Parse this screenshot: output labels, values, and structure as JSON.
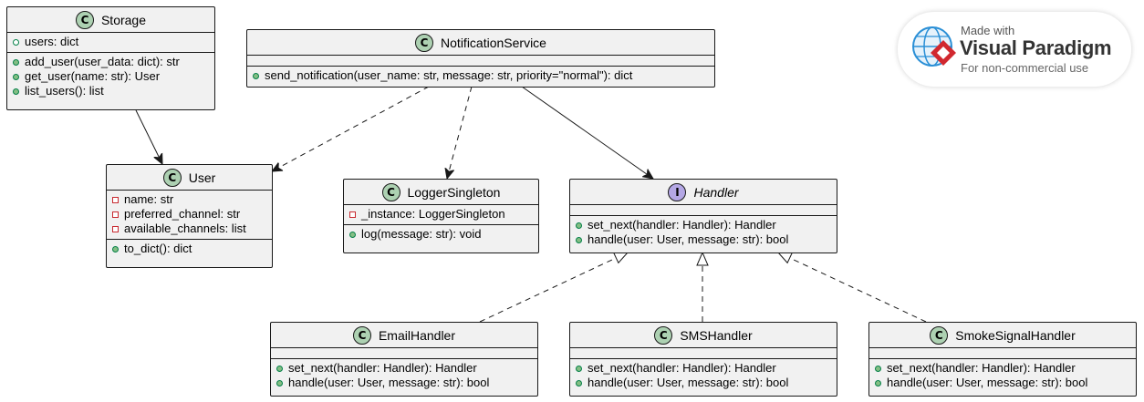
{
  "classes": {
    "storage": {
      "kind": "C",
      "name": "Storage",
      "attributes": [
        {
          "vis": "public-hollow",
          "text": "users: dict"
        }
      ],
      "methods": [
        {
          "vis": "public",
          "text": "add_user(user_data: dict): str"
        },
        {
          "vis": "public",
          "text": "get_user(name: str): User"
        },
        {
          "vis": "public",
          "text": "list_users(): list"
        }
      ]
    },
    "notification_service": {
      "kind": "C",
      "name": "NotificationService",
      "attributes": [],
      "methods": [
        {
          "vis": "public",
          "text": "send_notification(user_name: str, message: str, priority=\"normal\"): dict"
        }
      ]
    },
    "user": {
      "kind": "C",
      "name": "User",
      "attributes": [
        {
          "vis": "private",
          "text": "name: str"
        },
        {
          "vis": "private",
          "text": "preferred_channel: str"
        },
        {
          "vis": "private",
          "text": "available_channels: list"
        }
      ],
      "methods": [
        {
          "vis": "public",
          "text": "to_dict(): dict"
        }
      ]
    },
    "logger_singleton": {
      "kind": "C",
      "name": "LoggerSingleton",
      "attributes": [
        {
          "vis": "private",
          "text": "_instance: LoggerSingleton"
        }
      ],
      "methods": [
        {
          "vis": "public",
          "text": "log(message: str): void"
        }
      ]
    },
    "handler": {
      "kind": "I",
      "name": "Handler",
      "attributes": [],
      "methods": [
        {
          "vis": "public",
          "text": "set_next(handler: Handler): Handler"
        },
        {
          "vis": "public",
          "text": "handle(user: User, message: str): bool"
        }
      ]
    },
    "email_handler": {
      "kind": "C",
      "name": "EmailHandler",
      "attributes": [],
      "methods": [
        {
          "vis": "public",
          "text": "set_next(handler: Handler): Handler"
        },
        {
          "vis": "public",
          "text": "handle(user: User, message: str): bool"
        }
      ]
    },
    "sms_handler": {
      "kind": "C",
      "name": "SMSHandler",
      "attributes": [],
      "methods": [
        {
          "vis": "public",
          "text": "set_next(handler: Handler): Handler"
        },
        {
          "vis": "public",
          "text": "handle(user: User, message: str): bool"
        }
      ]
    },
    "smoke_signal_handler": {
      "kind": "C",
      "name": "SmokeSignalHandler",
      "attributes": [],
      "methods": [
        {
          "vis": "public",
          "text": "set_next(handler: Handler): Handler"
        },
        {
          "vis": "public",
          "text": "handle(user: User, message: str): bool"
        }
      ]
    }
  },
  "relations": [
    {
      "from": "storage",
      "to": "user",
      "type": "association"
    },
    {
      "from": "notification_service",
      "to": "user",
      "type": "dependency"
    },
    {
      "from": "notification_service",
      "to": "logger_singleton",
      "type": "dependency"
    },
    {
      "from": "notification_service",
      "to": "handler",
      "type": "association"
    },
    {
      "from": "email_handler",
      "to": "handler",
      "type": "realization"
    },
    {
      "from": "sms_handler",
      "to": "handler",
      "type": "realization"
    },
    {
      "from": "smoke_signal_handler",
      "to": "handler",
      "type": "realization"
    }
  ],
  "watermark": {
    "made_with": "Made with",
    "brand": "Visual Paradigm",
    "note": "For non-commercial use"
  },
  "colors": {
    "class_fill": "#f1f1f1",
    "class_border": "#181818",
    "class_badge": "#add1b2",
    "interface_badge": "#b4a7e5",
    "public_marker": "#84be84",
    "private_marker": "#c82930",
    "vp_red": "#d1282f",
    "vp_blue": "#2a8fd6"
  }
}
